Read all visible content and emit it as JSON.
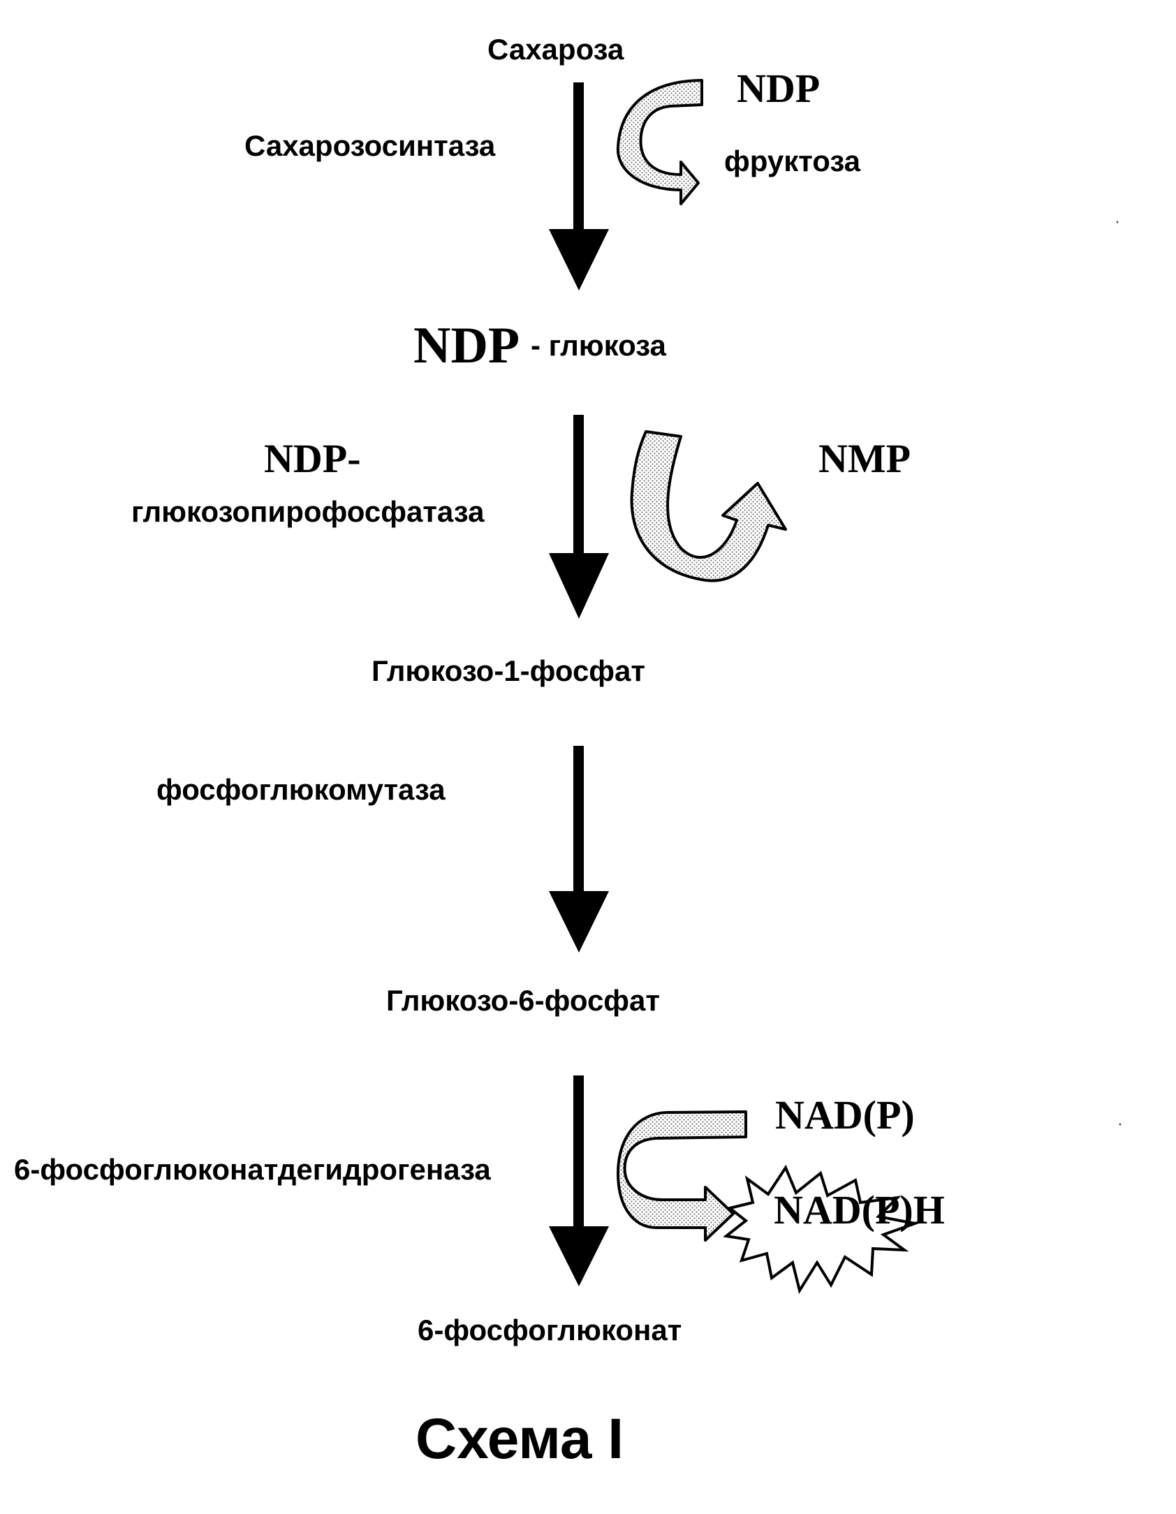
{
  "compounds": {
    "sucrose": "Сахароза",
    "ndp_glucose_prefix": "NDP",
    "ndp_glucose_suffix": "- глюкоза",
    "glucose_1_phosphate": "Глюкозо-1-фосфат",
    "glucose_6_phosphate": "Глюкозо-6-фосфат",
    "phosphogluconate": "6-фосфоглюконат"
  },
  "enzymes": {
    "sucrose_synthase": "Сахарозосинтаза",
    "ndp_glucose_pyrophosphatase_line1": "NDP-",
    "ndp_glucose_pyrophosphatase_line2": "глюкозопирофосфатаза",
    "phosphoglucomutase": "фосфоглюкомутаза",
    "phosphogluconate_dehydrogenase": "6-фосфоглюконатдегидрогеназа"
  },
  "cofactors": {
    "ndp": "NDP",
    "fructose": "фруктоза",
    "nmp": "NMP",
    "nadp": "NAD(P)",
    "nadph": "NAD(P)H"
  },
  "caption": "Схема I"
}
